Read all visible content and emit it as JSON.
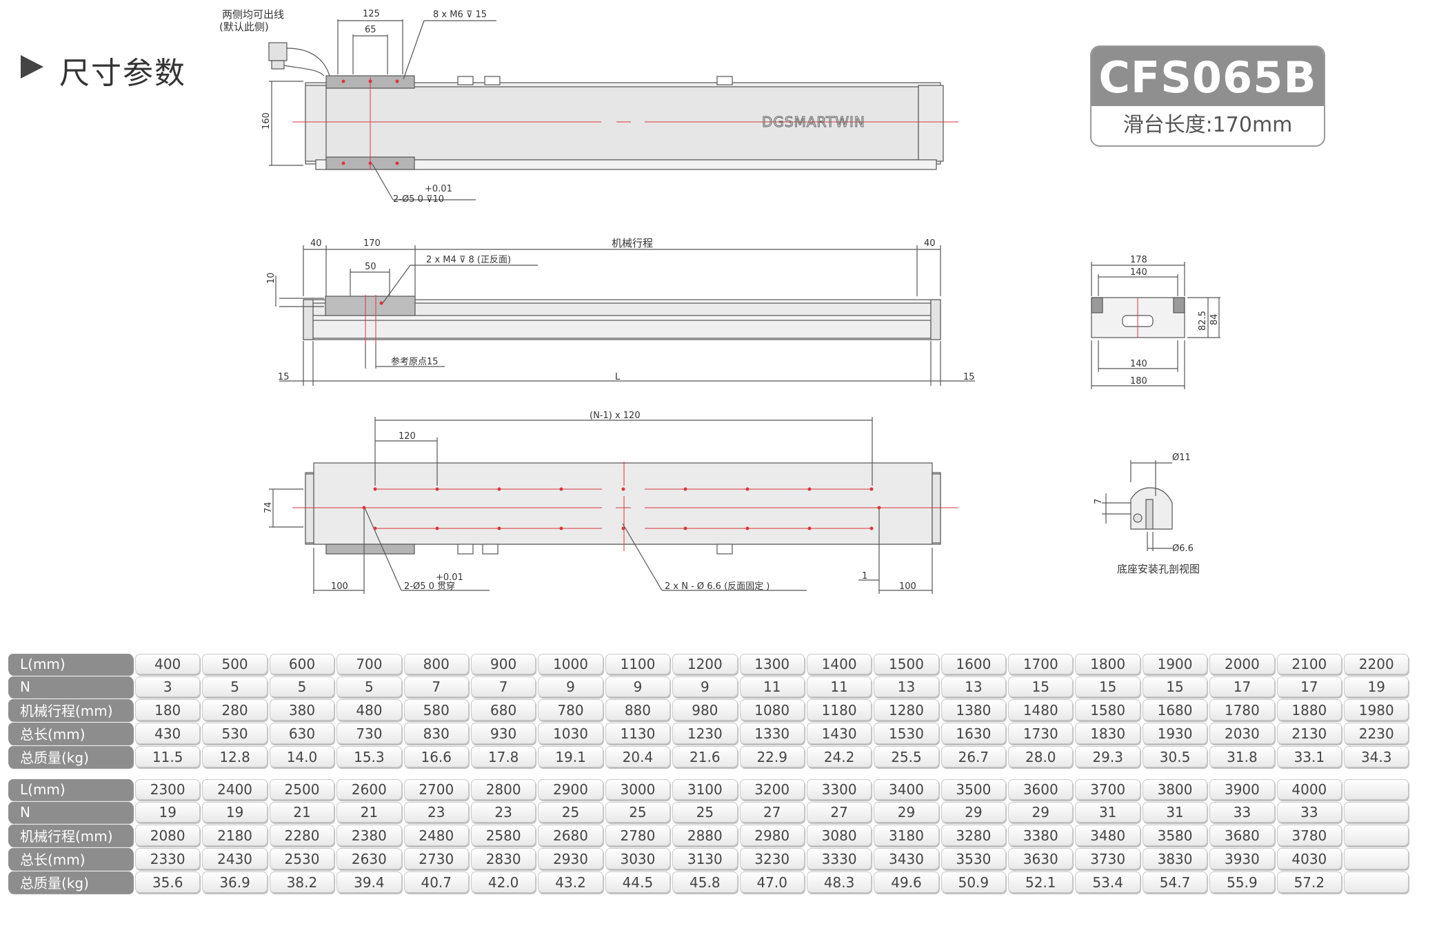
{
  "section": {
    "title": "尺寸参数"
  },
  "model": {
    "name": "CFS065B",
    "slider_length": "滑台长度:170mm"
  },
  "drawing": {
    "cable_note_1": "两侧均可出线",
    "cable_note_2": "(默认此侧)",
    "dim_125": "125",
    "dim_65": "65",
    "note_m6": "8 x M6 ⊽ 15",
    "dim_160": "160",
    "brand": "DGSMARTWIN",
    "tol_1": "+0.01",
    "note_hole_top": "2-Ø5  0   ⊽10",
    "dim_40_left": "40",
    "dim_170": "170",
    "stroke_label": "机械行程",
    "dim_40_right": "40",
    "dim_50": "50",
    "note_m4": "2 x M4 ⊽ 8 (正反面)",
    "dim_10": "10",
    "ref_origin": "参考原点15",
    "dim_15_left": "15",
    "dim_L": "L",
    "dim_15_right": "15",
    "pitch_label": "(N-1) x 120",
    "dim_120": "120",
    "dim_74": "74",
    "tol_2": "+0.01",
    "note_hole_bottom": "2-Ø5  0    贯穿",
    "dim_100_left": "100",
    "note_base_holes": "2 x N - Ø 6.6 (反面固定 )",
    "dim_1": "1",
    "dim_100_right": "100",
    "end_178": "178",
    "end_140_top": "140",
    "end_82_5": "82.5",
    "end_84": "84",
    "end_140_bottom": "140",
    "end_180": "180",
    "sec_d11": "Ø11",
    "sec_7": "7",
    "sec_d6_6": "Ø6.6",
    "sec_caption": "底座安装孔剖视图"
  },
  "colors": {
    "header_cell": "#8d8d8d",
    "center_line": "#d9363e",
    "title_box": "#8f8f8f"
  },
  "table1": {
    "rows": [
      {
        "label": "L(mm)",
        "values": [
          "400",
          "500",
          "600",
          "700",
          "800",
          "900",
          "1000",
          "1100",
          "1200",
          "1300",
          "1400",
          "1500",
          "1600",
          "1700",
          "1800",
          "1900",
          "2000",
          "2100",
          "2200"
        ]
      },
      {
        "label": "N",
        "values": [
          "3",
          "5",
          "5",
          "5",
          "7",
          "7",
          "9",
          "9",
          "9",
          "11",
          "11",
          "13",
          "13",
          "15",
          "15",
          "15",
          "17",
          "17",
          "19"
        ]
      },
      {
        "label": "机械行程(mm)",
        "values": [
          "180",
          "280",
          "380",
          "480",
          "580",
          "680",
          "780",
          "880",
          "980",
          "1080",
          "1180",
          "1280",
          "1380",
          "1480",
          "1580",
          "1680",
          "1780",
          "1880",
          "1980"
        ]
      },
      {
        "label": "总长(mm)",
        "values": [
          "430",
          "530",
          "630",
          "730",
          "830",
          "930",
          "1030",
          "1130",
          "1230",
          "1330",
          "1430",
          "1530",
          "1630",
          "1730",
          "1830",
          "1930",
          "2030",
          "2130",
          "2230"
        ]
      },
      {
        "label": "总质量(kg)",
        "values": [
          "11.5",
          "12.8",
          "14.0",
          "15.3",
          "16.6",
          "17.8",
          "19.1",
          "20.4",
          "21.6",
          "22.9",
          "24.2",
          "25.5",
          "26.7",
          "28.0",
          "29.3",
          "30.5",
          "31.8",
          "33.1",
          "34.3"
        ]
      }
    ]
  },
  "table2": {
    "rows": [
      {
        "label": "L(mm)",
        "values": [
          "2300",
          "2400",
          "2500",
          "2600",
          "2700",
          "2800",
          "2900",
          "3000",
          "3100",
          "3200",
          "3300",
          "3400",
          "3500",
          "3600",
          "3700",
          "3800",
          "3900",
          "4000",
          ""
        ]
      },
      {
        "label": "N",
        "values": [
          "19",
          "19",
          "21",
          "21",
          "23",
          "23",
          "25",
          "25",
          "25",
          "27",
          "27",
          "29",
          "29",
          "29",
          "31",
          "31",
          "33",
          "33",
          ""
        ]
      },
      {
        "label": "机械行程(mm)",
        "values": [
          "2080",
          "2180",
          "2280",
          "2380",
          "2480",
          "2580",
          "2680",
          "2780",
          "2880",
          "2980",
          "3080",
          "3180",
          "3280",
          "3380",
          "3480",
          "3580",
          "3680",
          "3780",
          ""
        ]
      },
      {
        "label": "总长(mm)",
        "values": [
          "2330",
          "2430",
          "2530",
          "2630",
          "2730",
          "2830",
          "2930",
          "3030",
          "3130",
          "3230",
          "3330",
          "3430",
          "3530",
          "3630",
          "3730",
          "3830",
          "3930",
          "4030",
          ""
        ]
      },
      {
        "label": "总质量(kg)",
        "values": [
          "35.6",
          "36.9",
          "38.2",
          "39.4",
          "40.7",
          "42.0",
          "43.2",
          "44.5",
          "45.8",
          "47.0",
          "48.3",
          "49.6",
          "50.9",
          "52.1",
          "53.4",
          "54.7",
          "55.9",
          "57.2",
          ""
        ]
      }
    ]
  }
}
